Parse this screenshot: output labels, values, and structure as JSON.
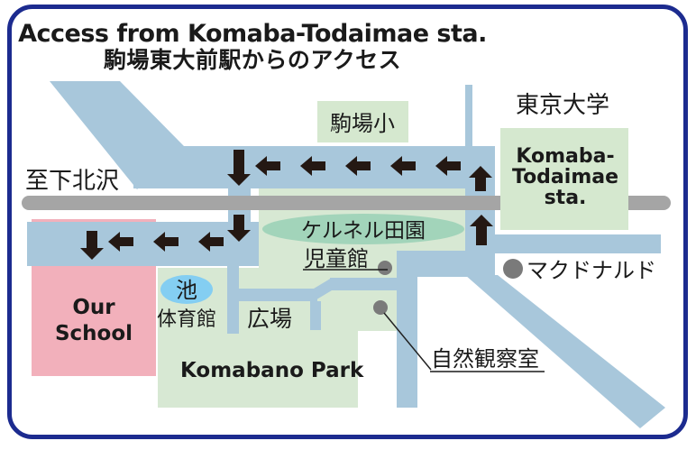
{
  "title": {
    "en": "Access from Komaba-Todaimae sta.",
    "ja": "駒場東大前駅からのアクセス"
  },
  "map": {
    "station": {
      "name_lines": [
        "Komaba-",
        "Todaimae",
        "sta."
      ],
      "university_label": "東京大学"
    },
    "labels": {
      "to_shimokitazawa": "至下北沢",
      "komaba_elementary": "駒場小",
      "kernel_denen": "ケルネル田園",
      "jidokan": "児童館",
      "mcdonalds": "マクドナルド",
      "pond": "池",
      "gym": "体育館",
      "plaza": "広場",
      "our_school_line1": "Our",
      "our_school_line2": "School",
      "park_name": "Komabano Park",
      "nature_room": "自然観察室"
    },
    "colors": {
      "road_blue": "#a8c7db",
      "park_green": "#d7e8d3",
      "building_green": "#d5e8cf",
      "kernel_oval_green": "#a2d4ba",
      "pond_blue": "#84cef2",
      "school_pink": "#f2b0bb",
      "railway_gray": "#a5a5a5",
      "marker_gray": "#7a7a7a",
      "arrow_black": "#241813",
      "frame_navy": "#1c2b8f"
    }
  }
}
